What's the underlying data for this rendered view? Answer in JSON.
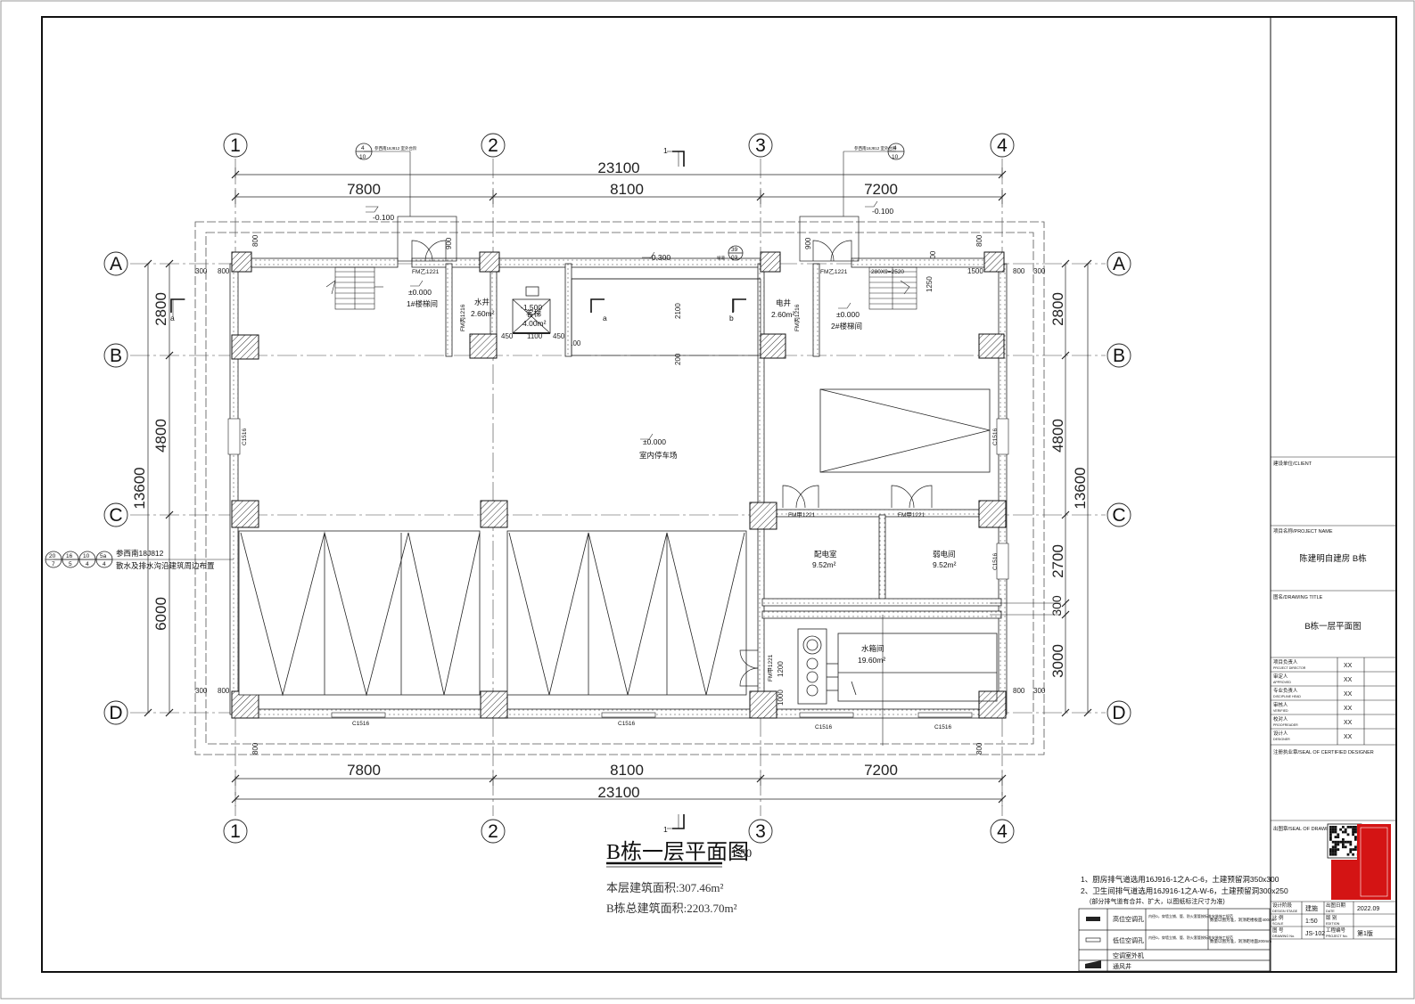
{
  "dimensions": {
    "total": "23100",
    "bays": [
      "7800",
      "8100",
      "7200"
    ],
    "rows_left": [
      "2800",
      "4800",
      "6000"
    ],
    "rows_left_total": "13600",
    "rows_right": [
      "2800",
      "4800",
      "2700",
      "300",
      "3000"
    ],
    "rows_right_total": "13600",
    "small": [
      "800",
      "300",
      "800",
      "300",
      "900",
      "900",
      "300",
      "450",
      "1100",
      "450",
      "100",
      "2100",
      "200",
      "1250",
      "1500",
      "1200",
      "1000"
    ]
  },
  "grid": {
    "columns": [
      "1",
      "2",
      "3",
      "4"
    ],
    "rows": [
      "A",
      "B",
      "C",
      "D"
    ]
  },
  "levels": {
    "outside_left": "-0.100",
    "outside_right": "-0.100",
    "ramp": "-0.300",
    "stair1": "±0.000",
    "stair2": "±0.000",
    "parking": "±0.000",
    "elevator_pit": "-1.500"
  },
  "rooms": {
    "stair1": "1#楼梯间",
    "water_well": "水井",
    "water_well_area": "2.60m²",
    "elevator": "客梯",
    "elevator_area": "4.00m²",
    "elec_well": "电井",
    "elec_well_area": "2.60m²",
    "stair2": "2#楼梯间",
    "parking": "室内停车场",
    "power_room": "配电室",
    "power_room_area": "9.52m²",
    "weak_room": "弱电间",
    "weak_room_area": "9.52m²",
    "tank_room": "水箱间",
    "tank_room_area": "19.60m²"
  },
  "doors": {
    "fm1": "FM乙1221",
    "fm2": "FM乙1221",
    "fm_well1": "FM丙1216",
    "fm_well2": "FM丙1216",
    "fm_power": "FM甲1221",
    "fm_weak": "FM甲1221",
    "fm_tank": "FM甲1221"
  },
  "windows": {
    "left": "C1516",
    "right": "C1516",
    "right_low": "C1516",
    "bottom": [
      "C1516",
      "C1516",
      "C1516",
      "C1516"
    ]
  },
  "stair_note": "280X9=2520",
  "sections": {
    "s1": "1",
    "a": "a",
    "b": "b"
  },
  "index_marks": {
    "left_index": "4",
    "left_sheet": "10",
    "left_note": "参西南18J812 室外台阶",
    "right_index": "4",
    "right_sheet": "10",
    "right_note": "参西南18J812 室外台阶",
    "ramp_index": "39",
    "ramp_sheet": "03",
    "ramp_note": "坡道",
    "side_marks": [
      "20",
      "16",
      "10",
      "5a"
    ],
    "side_sheets": [
      "7",
      "5",
      "4",
      "4"
    ],
    "side_note_1": "参西南18J812",
    "side_note_2": "散水及排水沟沿建筑周边布置"
  },
  "drawing": {
    "title": "B栋一层平面图",
    "scale": "1:50",
    "floor_area": "本层建筑面积:307.46m²",
    "total_area": "B栋总建筑面积:2203.70m²"
  },
  "notes": {
    "n1": "1、厨房排气道选用16J916-1之A-C-6，土建预留洞350x300",
    "n2": "2、卫生间排气道选用16J916-1之A-W-6，土建预留洞300x250",
    "n3": "(部分排气道有合并、扩大，以图纸标注尺寸为准)"
  },
  "legend": {
    "rows": [
      {
        "name": "高位空调孔",
        "desc": "内径D，穿墙立铺、管、防火套管按标准安装施工规范",
        "spec": "数量以图为准，洞顶距楼板面400mm"
      },
      {
        "name": "低位空调孔",
        "desc": "内径D，穿墙立铺、管、防火套管按标准安装施工规范",
        "spec": "数量以图为准，洞顶距地面200mm"
      },
      {
        "name": "空调室外机",
        "desc": "",
        "spec": ""
      },
      {
        "name": "通风井",
        "desc": "",
        "spec": ""
      }
    ]
  },
  "title_block": {
    "client_label": "建设单位/CLIENT",
    "project_label": "项目名称/PROJECT NAME",
    "project_name": "陈建明自建房 B栋",
    "drawing_label": "图名/DRAWING TITLE",
    "drawing_name": "B栋一层平面图",
    "roles": [
      {
        "label": "项目负责人",
        "en": "PROJECT DIRECTOR",
        "val": "XX"
      },
      {
        "label": "审定人",
        "en": "APPROVED",
        "val": "XX"
      },
      {
        "label": "专业负责人",
        "en": "DISCIPLINE HEAD",
        "val": "XX"
      },
      {
        "label": "审核人",
        "en": "VERIFIED",
        "val": "XX"
      },
      {
        "label": "校对人",
        "en": "PROOFREADER",
        "val": "XX"
      },
      {
        "label": "设计人",
        "en": "DESIGNER",
        "val": "XX"
      }
    ],
    "seal_label": "注册执业章/SEAL OF CERTIFIED DESIGNER",
    "stamp_label": "出图章/SEAL OF DRAWING ISSUE",
    "stage_label": "设计阶段",
    "stage_en": "DESIGN STAGE",
    "stage_val": "建施",
    "date_label": "出图日期",
    "date_en": "DATE",
    "date_val": "2022.09",
    "scale_label": "比 例",
    "scale_en": "SCALE",
    "scale_val": "1:50",
    "edition_label": "版 别",
    "edition_en": "EDITION",
    "edition_val": "",
    "no_label": "图 号",
    "no_en": "DRAWING No.",
    "no_val": "JS-102",
    "proj_label": "工程编号",
    "proj_en": "PROJECT No.",
    "proj_val": "第1版"
  }
}
